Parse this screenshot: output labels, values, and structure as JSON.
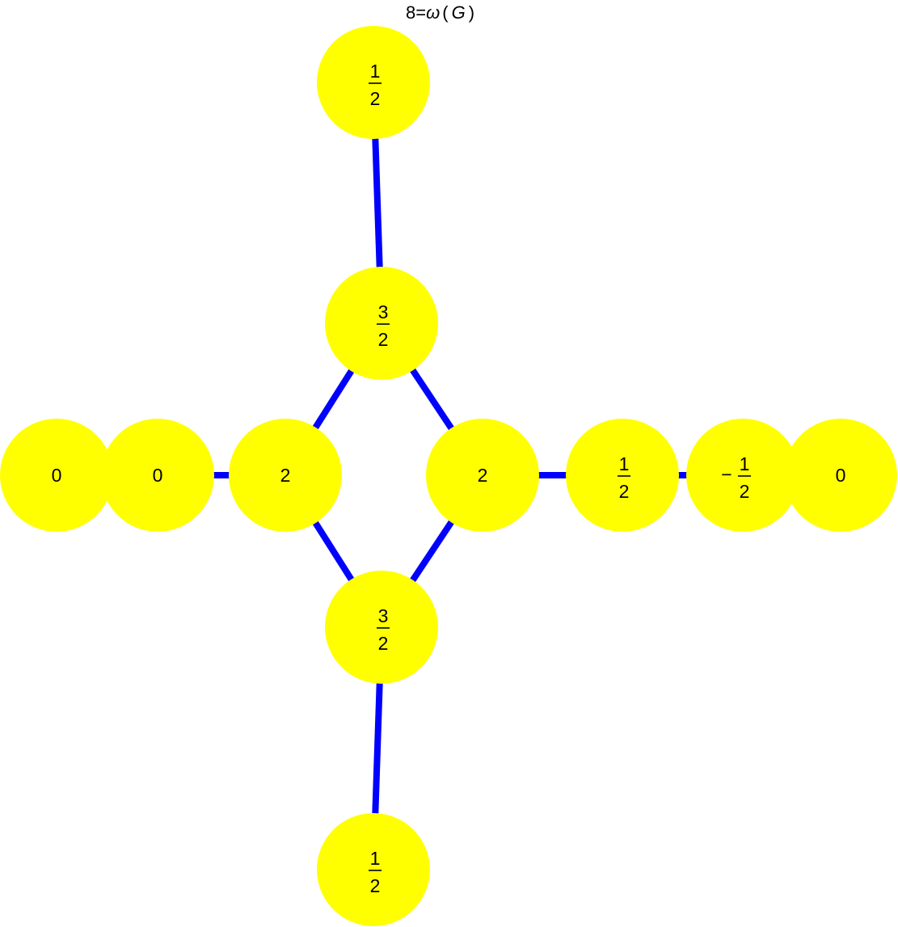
{
  "title": {
    "prefix": "8=",
    "omega": "ω",
    "open_paren": "(",
    "graph_symbol": "G",
    "close_paren": ")"
  },
  "colors": {
    "node_fill": "#ffff00",
    "edge": "#0000ff",
    "text": "#000000",
    "background": "#ffffff"
  },
  "nodes": [
    {
      "id": "top",
      "label": {
        "sign": "",
        "num": "1",
        "den": "2"
      }
    },
    {
      "id": "upper-middle",
      "label": {
        "sign": "",
        "num": "3",
        "den": "2"
      }
    },
    {
      "id": "left-outer",
      "label": {
        "sign": "",
        "whole": "0"
      }
    },
    {
      "id": "left-inner",
      "label": {
        "sign": "",
        "whole": "0"
      }
    },
    {
      "id": "left-hub",
      "label": {
        "sign": "",
        "whole": "2"
      }
    },
    {
      "id": "right-hub",
      "label": {
        "sign": "",
        "whole": "2"
      }
    },
    {
      "id": "right-1",
      "label": {
        "sign": "",
        "num": "1",
        "den": "2"
      }
    },
    {
      "id": "right-2",
      "label": {
        "sign": "−",
        "num": "1",
        "den": "2"
      }
    },
    {
      "id": "right-outer",
      "label": {
        "sign": "",
        "whole": "0"
      }
    },
    {
      "id": "lower-middle",
      "label": {
        "sign": "",
        "num": "3",
        "den": "2"
      }
    },
    {
      "id": "bottom",
      "label": {
        "sign": "",
        "num": "1",
        "den": "2"
      }
    }
  ],
  "edges": [
    [
      "top",
      "upper-middle"
    ],
    [
      "upper-middle",
      "left-hub"
    ],
    [
      "upper-middle",
      "right-hub"
    ],
    [
      "left-hub",
      "lower-middle"
    ],
    [
      "right-hub",
      "lower-middle"
    ],
    [
      "lower-middle",
      "bottom"
    ],
    [
      "left-inner",
      "left-hub"
    ],
    [
      "right-hub",
      "right-1"
    ],
    [
      "right-1",
      "right-2"
    ]
  ]
}
